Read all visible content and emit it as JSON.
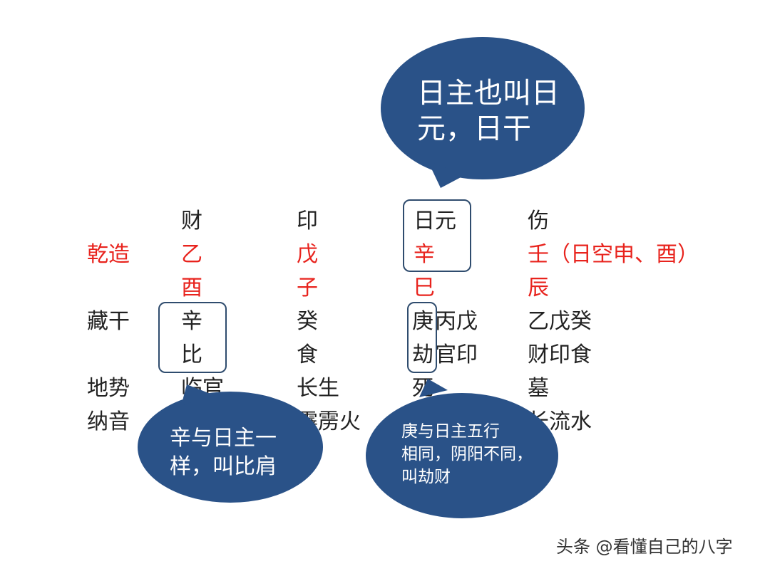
{
  "colors": {
    "bubble_fill": "#2a5288",
    "bubble_text": "#ffffff",
    "pillar_text": "#e8231d",
    "normal_text": "#222222",
    "box_border": "#2f4c6e"
  },
  "header_row": {
    "col1": "财",
    "col2": "印",
    "col3": "日元",
    "col4": "伤"
  },
  "stems_row": {
    "label": "乾造",
    "col1": "乙",
    "col2": "戊",
    "col3": "辛",
    "col4": "壬（日空申、酉）"
  },
  "branches_row": {
    "col1": "酉",
    "col2": "子",
    "col3": "巳",
    "col4": "辰"
  },
  "hidden_stems_row": {
    "label": "藏干",
    "col1": "辛",
    "col2": "癸",
    "col3_first": "庚",
    "col3_rest": "丙戊",
    "col4": "乙戊癸"
  },
  "ten_gods_row": {
    "col1": "比",
    "col2": "食",
    "col3_first": "劫",
    "col3_rest": "官印",
    "col4": "财印食"
  },
  "terrain_row": {
    "label": "地势",
    "col1": "临官",
    "col2": "长生",
    "col3": "死",
    "col4": "墓"
  },
  "nayin_row": {
    "label": "纳音",
    "col1": "",
    "col2": "霹雳火",
    "col3": "",
    "col4": "长流水"
  },
  "bubbles": {
    "day_master": "日主也叫日\n元，日干",
    "bijian": "辛与日主一\n样，叫比肩",
    "jiecai": "庚与日主五行\n相同，阴阳不同，\n叫劫财"
  },
  "watermark": "头条 @看懂自己的八字"
}
